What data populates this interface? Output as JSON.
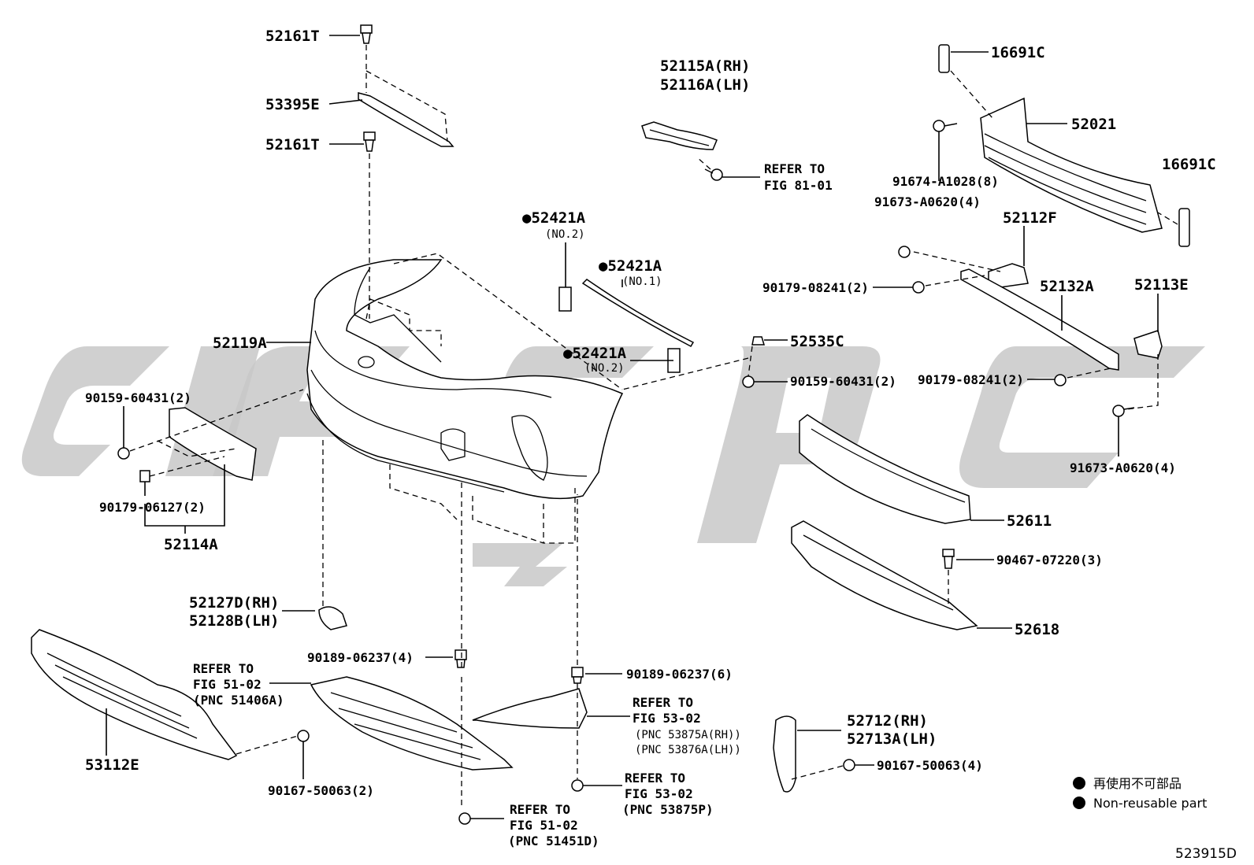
{
  "legend": {
    "items": [
      {
        "symbol": "●",
        "text": "再使用不可部品"
      },
      {
        "symbol": "●",
        "text": "Non-reusable part"
      }
    ]
  },
  "diagram_code": "523915D",
  "parts": [
    {
      "key": "p52161t_top",
      "text": "52161T"
    },
    {
      "key": "p53395e",
      "text": "53395E"
    },
    {
      "key": "p52161t_mid",
      "text": "52161T"
    },
    {
      "key": "p52115a",
      "text": "52115A(RH)"
    },
    {
      "key": "p52116a",
      "text": "52116A(LH)"
    },
    {
      "key": "refer8101_a",
      "text": "REFER TO"
    },
    {
      "key": "refer8101_b",
      "text": "FIG 81-01"
    },
    {
      "key": "p16691c_top",
      "text": "16691C"
    },
    {
      "key": "p52021",
      "text": "52021"
    },
    {
      "key": "p91674",
      "text": "91674-A1028(8)"
    },
    {
      "key": "p16691c_r",
      "text": "16691C"
    },
    {
      "key": "p91673_top",
      "text": "91673-A0620(4)"
    },
    {
      "key": "p52112f",
      "text": "52112F"
    },
    {
      "key": "p52421a_1",
      "text": "●52421A"
    },
    {
      "key": "p52421a_1n",
      "text": "(NO.2)"
    },
    {
      "key": "p52421a_2",
      "text": "●52421A"
    },
    {
      "key": "p52421a_2n",
      "text": "(NO.1)"
    },
    {
      "key": "p52421a_3",
      "text": "●52421A"
    },
    {
      "key": "p52421a_3n",
      "text": "(NO.2)"
    },
    {
      "key": "p90179_08241_a",
      "text": "90179-08241(2)"
    },
    {
      "key": "p52132a",
      "text": "52132A"
    },
    {
      "key": "p52113e",
      "text": "52113E"
    },
    {
      "key": "p52119a",
      "text": "52119A"
    },
    {
      "key": "p52535c",
      "text": "52535C"
    },
    {
      "key": "p90159_r",
      "text": "90159-60431(2)"
    },
    {
      "key": "p90179_08241_b",
      "text": "90179-08241(2)"
    },
    {
      "key": "p90159_l",
      "text": "90159-60431(2)"
    },
    {
      "key": "p91673_bot",
      "text": "91673-A0620(4)"
    },
    {
      "key": "p90179_06127",
      "text": "90179-06127(2)"
    },
    {
      "key": "p52611",
      "text": "52611"
    },
    {
      "key": "p52114a",
      "text": "52114A"
    },
    {
      "key": "p90467",
      "text": "90467-07220(3)"
    },
    {
      "key": "p52127d",
      "text": "52127D(RH)"
    },
    {
      "key": "p52128b",
      "text": "52128B(LH)"
    },
    {
      "key": "p52618",
      "text": "52618"
    },
    {
      "key": "p90189_4",
      "text": "90189-06237(4)"
    },
    {
      "key": "p90189_6",
      "text": "90189-06237(6)"
    },
    {
      "key": "refer5102a_a",
      "text": "REFER TO"
    },
    {
      "key": "refer5102a_b",
      "text": "FIG 51-02"
    },
    {
      "key": "refer5102a_c",
      "text": "(PNC 51406A)"
    },
    {
      "key": "refer5302a_a",
      "text": "REFER TO"
    },
    {
      "key": "refer5302a_b",
      "text": "FIG 53-02"
    },
    {
      "key": "refer5302a_c",
      "text": "(PNC 53875A(RH))"
    },
    {
      "key": "refer5302a_d",
      "text": "(PNC 53876A(LH))"
    },
    {
      "key": "p52712",
      "text": "52712(RH)"
    },
    {
      "key": "p52713a",
      "text": "52713A(LH)"
    },
    {
      "key": "p53112e",
      "text": "53112E"
    },
    {
      "key": "p90167_r",
      "text": "90167-50063(4)"
    },
    {
      "key": "p90167_l",
      "text": "90167-50063(2)"
    },
    {
      "key": "refer5302b_a",
      "text": "REFER TO"
    },
    {
      "key": "refer5302b_b",
      "text": "FIG 53-02"
    },
    {
      "key": "refer5302b_c",
      "text": "(PNC 53875P)"
    },
    {
      "key": "refer5102b_a",
      "text": "REFER TO"
    },
    {
      "key": "refer5102b_b",
      "text": "FIG 51-02"
    },
    {
      "key": "refer5102b_c",
      "text": "(PNC 51451D)"
    }
  ]
}
